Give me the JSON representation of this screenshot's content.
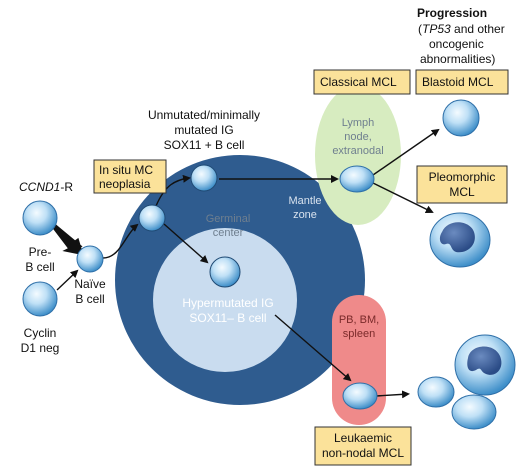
{
  "progression": {
    "title": "Progression",
    "sub_gene": "TP53",
    "sub_1": " and other",
    "sub_2": "oncogenic",
    "sub_3": "abnormalities)",
    "paren_open": "("
  },
  "left": {
    "ccnd1_gene": "CCND1",
    "ccnd1_suffix": "-R",
    "pre_b_1": "Pre-",
    "pre_b_2": "B cell",
    "naive_1": "Naïve",
    "naive_2": "B cell",
    "cyclin_1": "Cyclin",
    "cyclin_2": "D1 neg"
  },
  "boxes": {
    "in_situ_1": "In situ MC",
    "in_situ_2": "neoplasia",
    "classical": "Classical MCL",
    "blastoid": "Blastoid MCL",
    "pleomorphic_1": "Pleomorphic",
    "pleomorphic_2": "MCL",
    "leukaemic_1": "Leukaemic",
    "leukaemic_2": "non-nodal MCL"
  },
  "center": {
    "unmutated_1": "Unmutated/minimally",
    "unmutated_2": "mutated IG",
    "unmutated_3": "SOX11 + B cell",
    "germinal_1": "Germinal",
    "germinal_2": "center",
    "mantle_1": "Mantle",
    "mantle_2": "zone",
    "hyper_1": "Hypermutated IG",
    "hyper_2": "SOX11– B cell"
  },
  "sites": {
    "lymph_1": "Lymph",
    "lymph_2": "node,",
    "lymph_3": "extranodal",
    "pb_1": "PB, BM,",
    "pb_2": "spleen"
  },
  "colors": {
    "mantle": "#2f5c8f",
    "germinal": "#c9dcef",
    "box_fill": "#fbe29a",
    "lymph_fill": "#d7ecc0",
    "blood_fill": "#ef8a8a",
    "cell": "#8fc6ee"
  }
}
